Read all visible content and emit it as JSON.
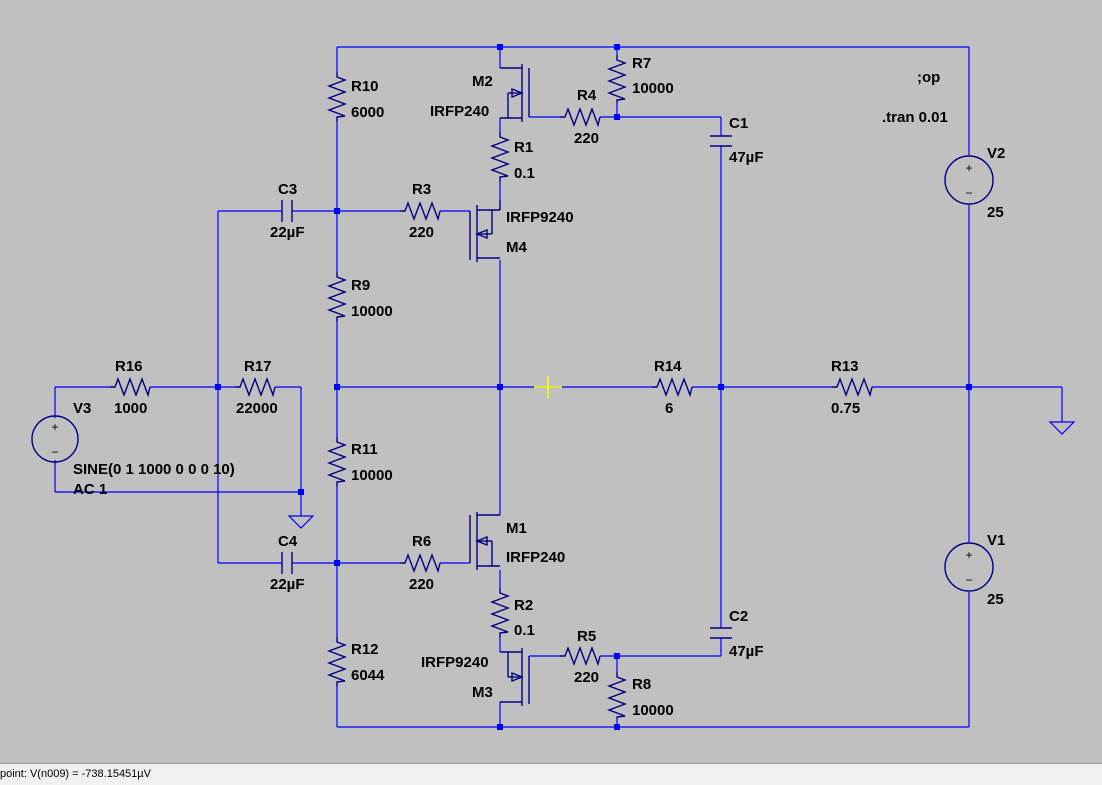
{
  "components": {
    "R10": {
      "name": "R10",
      "value": "6000"
    },
    "R7": {
      "name": "R7",
      "value": "10000"
    },
    "R4": {
      "name": "R4",
      "value": "220"
    },
    "R1": {
      "name": "R1",
      "value": "0.1"
    },
    "R3": {
      "name": "R3",
      "value": "220"
    },
    "R9": {
      "name": "R9",
      "value": "10000"
    },
    "R16": {
      "name": "R16",
      "value": "1000"
    },
    "R17": {
      "name": "R17",
      "value": "22000"
    },
    "R14": {
      "name": "R14",
      "value": "6"
    },
    "R13": {
      "name": "R13",
      "value": "0.75"
    },
    "R11": {
      "name": "R11",
      "value": "10000"
    },
    "R6": {
      "name": "R6",
      "value": "220"
    },
    "R2": {
      "name": "R2",
      "value": "0.1"
    },
    "R5": {
      "name": "R5",
      "value": "220"
    },
    "R12": {
      "name": "R12",
      "value": "6044"
    },
    "R8": {
      "name": "R8",
      "value": "10000"
    },
    "C1": {
      "name": "C1",
      "value": "47µF"
    },
    "C2": {
      "name": "C2",
      "value": "47µF"
    },
    "C3": {
      "name": "C3",
      "value": "22µF"
    },
    "C4": {
      "name": "C4",
      "value": "22µF"
    },
    "M1": {
      "name": "M1",
      "value": "IRFP240"
    },
    "M2": {
      "name": "M2",
      "value": "IRFP240"
    },
    "M3": {
      "name": "M3",
      "value": "IRFP9240"
    },
    "M4": {
      "name": "M4",
      "value": "IRFP9240"
    },
    "V1": {
      "name": "V1",
      "value": "25"
    },
    "V2": {
      "name": "V2",
      "value": "25"
    },
    "V3": {
      "name": "V3",
      "value": "SINE(0 1 1000 0 0 0 10)",
      "value2": "AC 1"
    }
  },
  "directives": {
    "op": ";op",
    "tran": ".tran 0.01"
  },
  "source_polarity": {
    "plus": "+",
    "minus": "−"
  },
  "status": {
    "text": "point: V(n009) = -738.15451µV"
  },
  "colors": {
    "background": "#c0c0c0",
    "wire": "#0000ff",
    "component": "#000080",
    "cursor": "#ffff00"
  }
}
